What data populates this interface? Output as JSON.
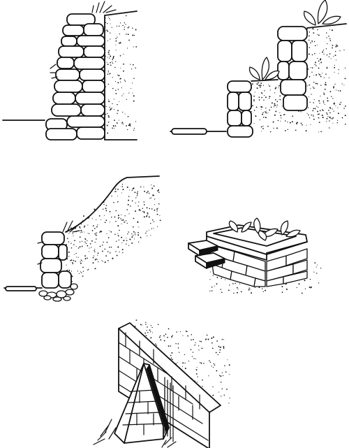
{
  "palette": {
    "ink": "#111111",
    "paper": "#ffffff"
  },
  "illustrations": [
    {
      "id": "dry-stone-wall",
      "icon": "stone-retaining-wall-icon"
    },
    {
      "id": "terraced-stone-steps",
      "icon": "terraced-wall-icon"
    },
    {
      "id": "low-wall-with-slope",
      "icon": "slope-wall-icon"
    },
    {
      "id": "raised-stone-planter",
      "icon": "raised-bed-icon"
    },
    {
      "id": "buttressed-brick-wall",
      "icon": "buttress-wall-icon"
    }
  ]
}
